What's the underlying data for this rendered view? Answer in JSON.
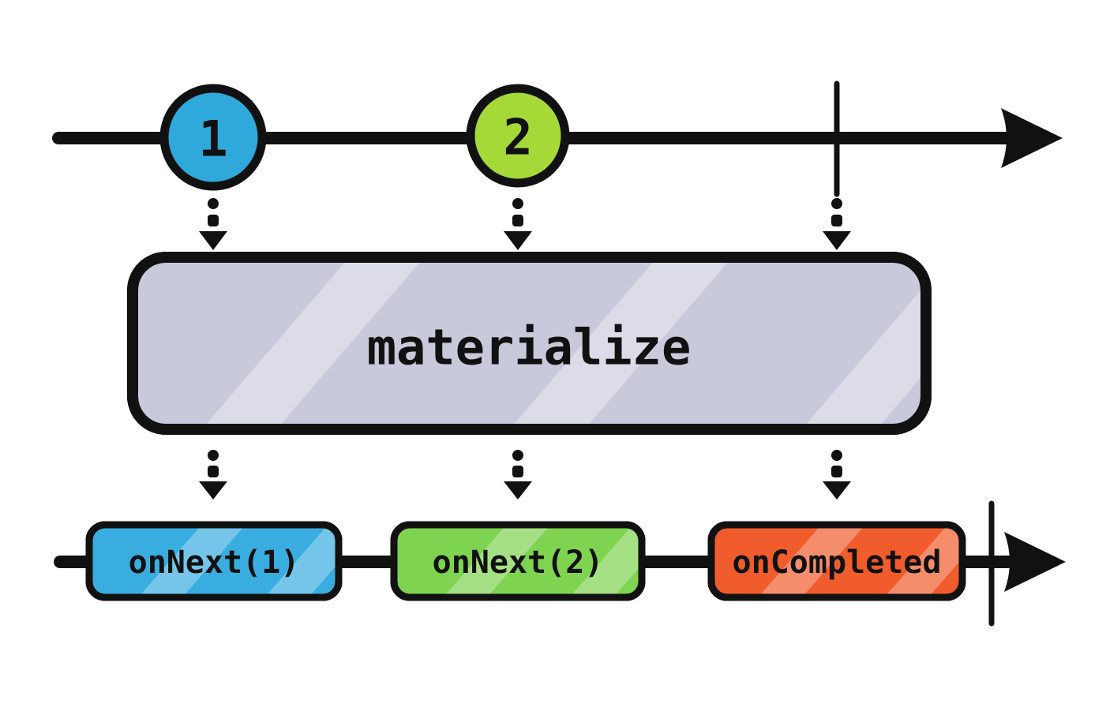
{
  "diagram": {
    "title": "materialize operator marble diagram",
    "operator_label": "materialize",
    "operator_box_fill": "#c8c9db",
    "stroke_color": "#111111",
    "input_timeline": {
      "marbles": [
        {
          "label": "1",
          "color": "#2fa9dc"
        },
        {
          "label": "2",
          "color": "#a5d938"
        }
      ],
      "has_completion_tick": true
    },
    "output_timeline": {
      "events": [
        {
          "label": "onNext(1)",
          "color": "#39ade0"
        },
        {
          "label": "onNext(2)",
          "color": "#7ed350"
        },
        {
          "label": "onCompleted",
          "color": "#f05c2c"
        }
      ],
      "has_completion_tick": true
    }
  }
}
